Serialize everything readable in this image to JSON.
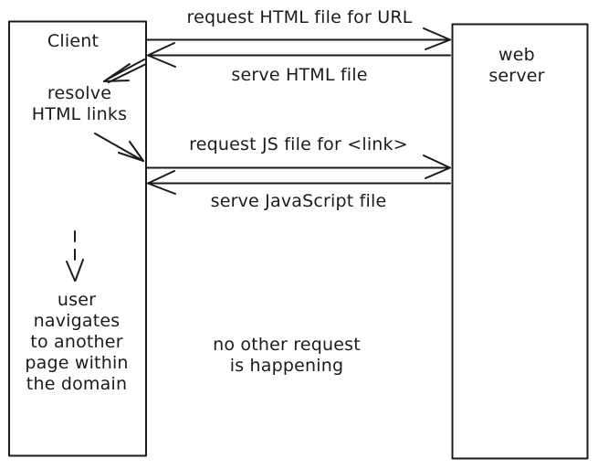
{
  "diagram": {
    "client": {
      "title": "Client",
      "resolve_note": "resolve\nHTML links",
      "navigate_note": "user\nnavigates\nto another\npage within\nthe domain"
    },
    "server": {
      "title": "web\nserver"
    },
    "messages": [
      {
        "label": "request HTML file for URL",
        "direction": "right",
        "from": "Client",
        "to": "web server"
      },
      {
        "label": "serve HTML file",
        "direction": "left",
        "from": "web server",
        "to": "Client"
      },
      {
        "label": "request JS file for <link>",
        "direction": "right",
        "from": "Client",
        "to": "web server"
      },
      {
        "label": "serve JavaScript file",
        "direction": "left",
        "from": "web server",
        "to": "Client"
      }
    ],
    "center_note": "no other request\nis happening",
    "colors": {
      "stroke": "#1b1b1b",
      "background": "#ffffff"
    }
  }
}
